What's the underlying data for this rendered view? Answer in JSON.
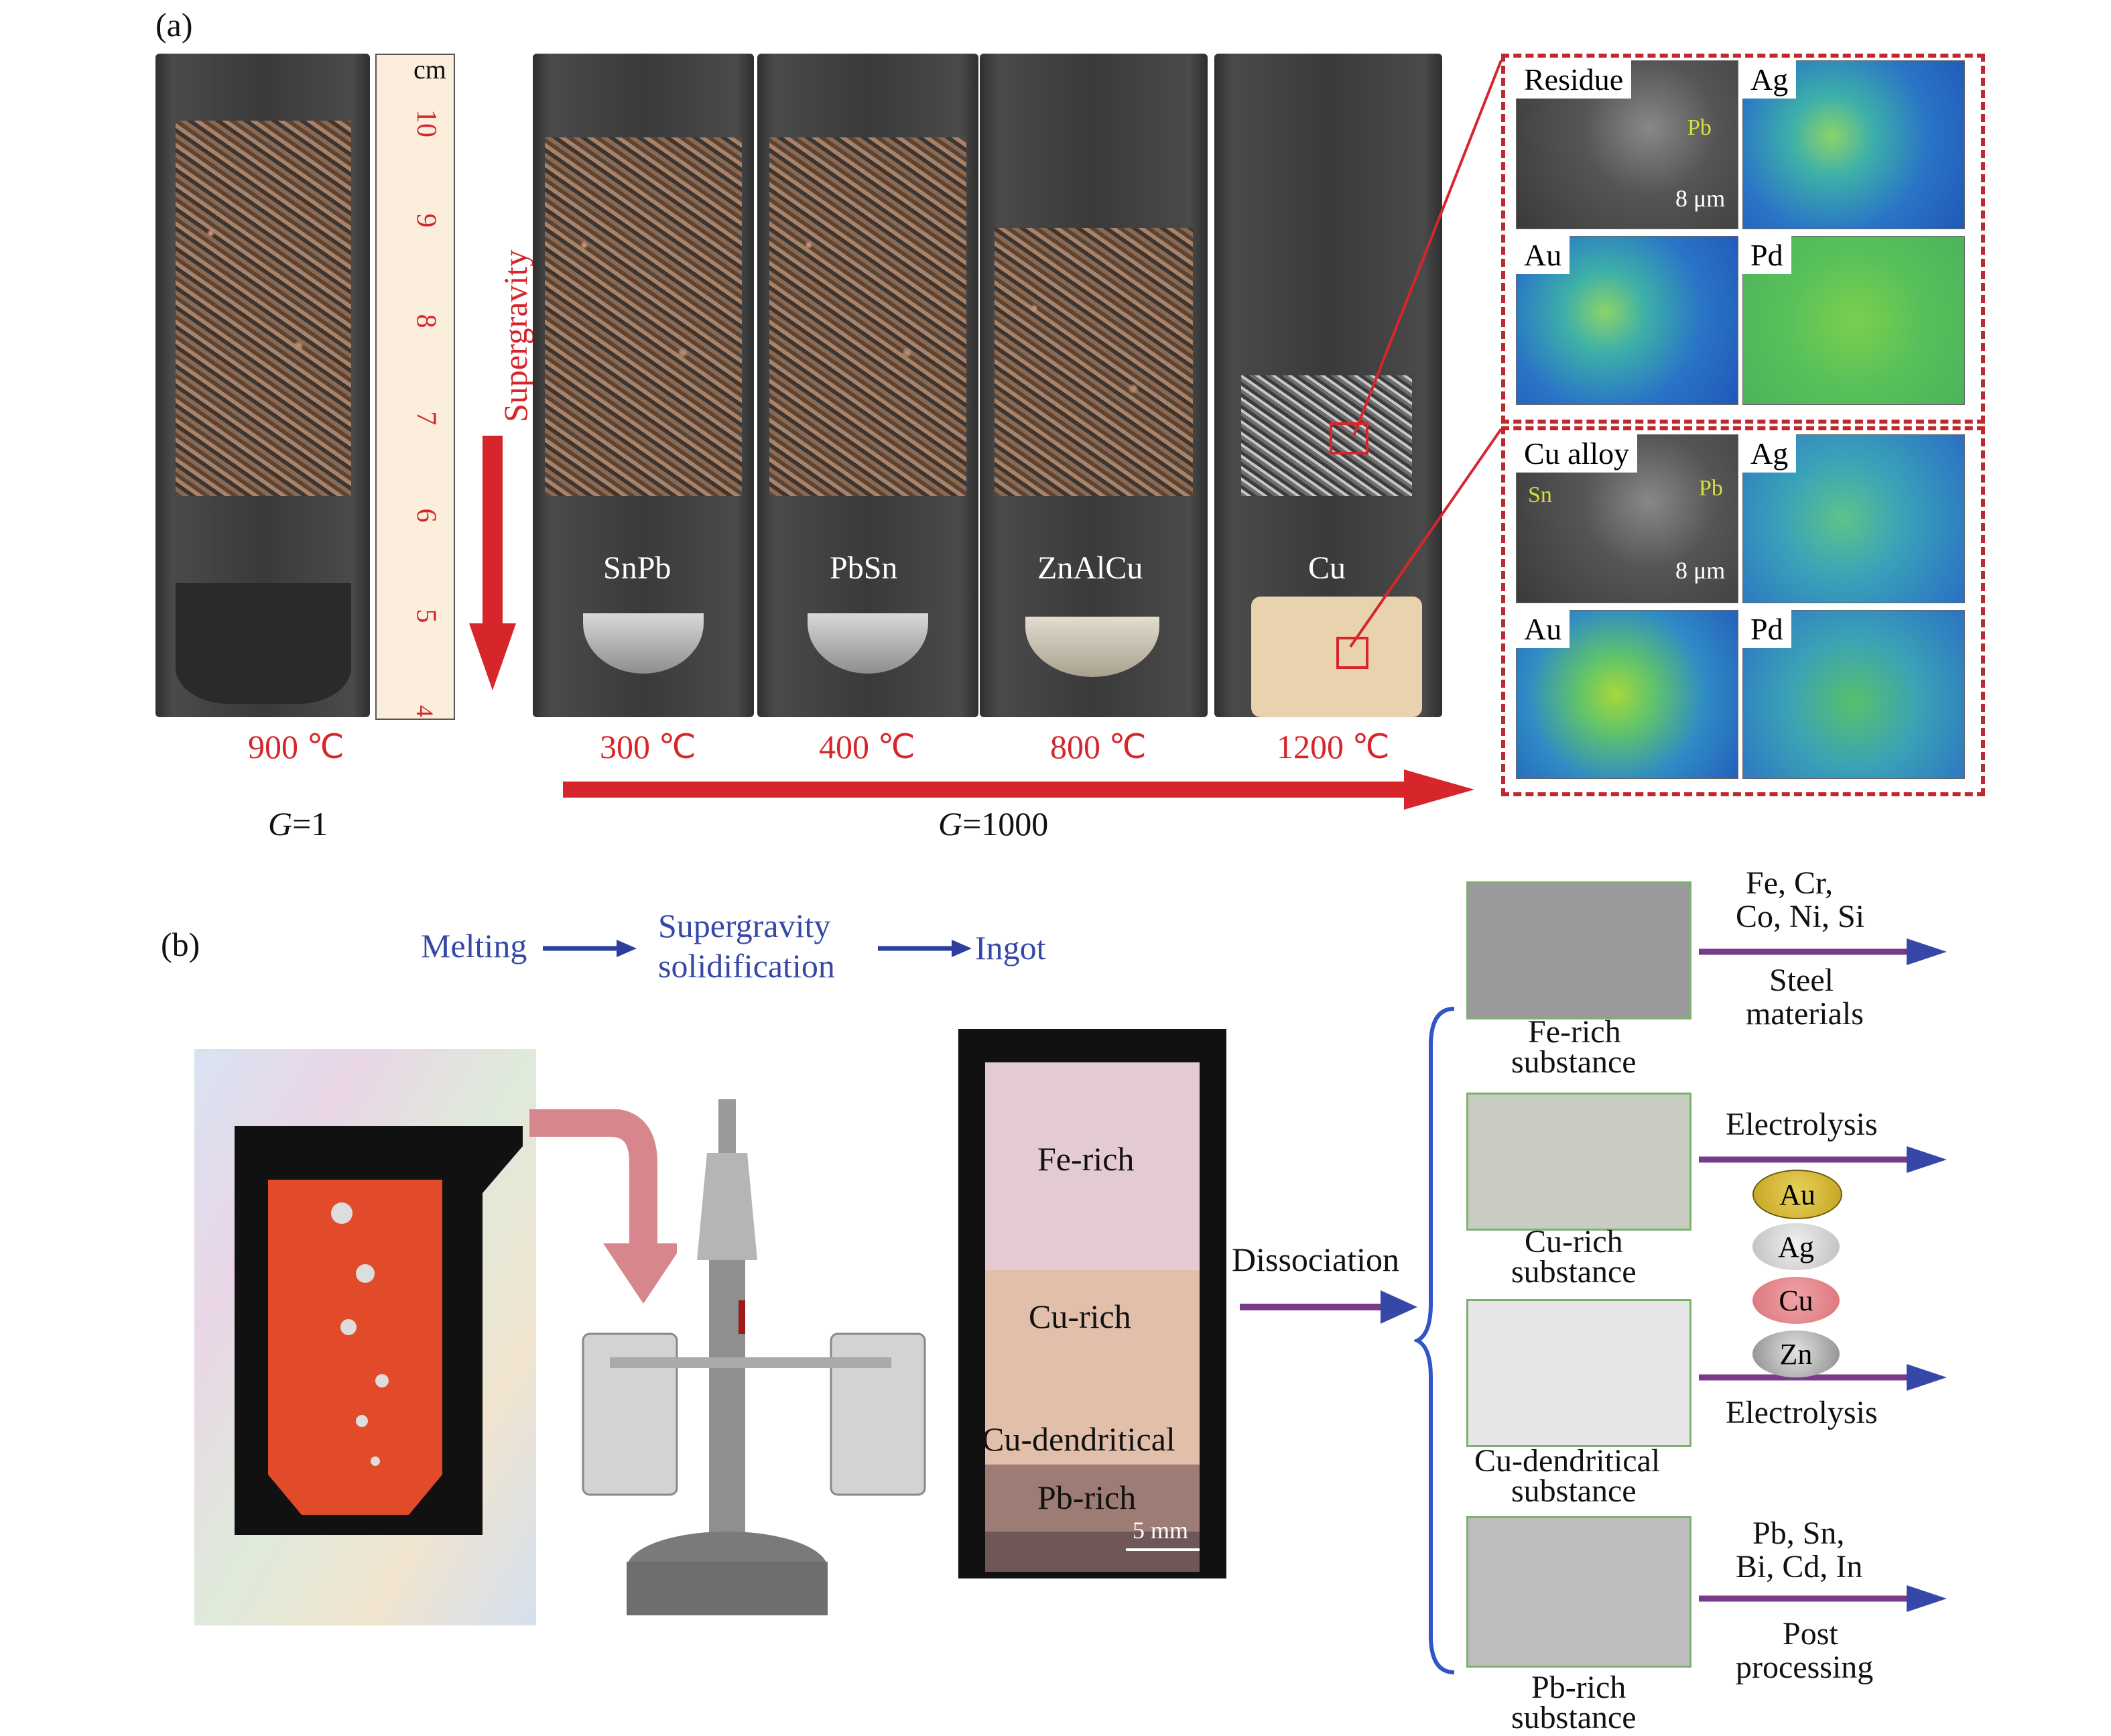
{
  "panel_a": {
    "label": "(a)",
    "ruler_unit": "cm",
    "ruler_ticks": [
      "10",
      "9",
      "8",
      "7",
      "6",
      "5",
      "4"
    ],
    "supergravity": "Supergravity",
    "samples": [
      {
        "alloy": "",
        "temp": "900 ℃"
      },
      {
        "alloy": "SnPb",
        "temp": "300 ℃"
      },
      {
        "alloy": "PbSn",
        "temp": "400 ℃"
      },
      {
        "alloy": "ZnAlCu",
        "temp": "800 ℃"
      },
      {
        "alloy": "Cu",
        "temp": "1200 ℃"
      }
    ],
    "g1": "G=1",
    "g1000": "G=1000",
    "g_italic": "G",
    "g1_rest": "=1",
    "g1000_rest": "=1000",
    "residue_box": {
      "title": "Residue",
      "pb": "Pb",
      "scale": "8 μm",
      "maps": [
        "Ag",
        "Au",
        "Pd"
      ]
    },
    "cu_alloy_box": {
      "title": "Cu alloy",
      "sn": "Sn",
      "pb": "Pb",
      "scale": "8 μm",
      "maps": [
        "Ag",
        "Au",
        "Pd"
      ]
    }
  },
  "panel_b": {
    "label": "(b)",
    "steps": [
      "Melting",
      "Supergravity",
      "solidification",
      "Ingot"
    ],
    "layers": [
      "Fe-rich",
      "Cu-rich",
      "Cu-dendritical",
      "Pb-rich"
    ],
    "ingot_scale": "5 mm",
    "dissociation": "Dissociation",
    "substances": [
      {
        "name_1": "Fe-rich",
        "name_2": "substance"
      },
      {
        "name_1": "Cu-rich",
        "name_2": "substance"
      },
      {
        "name_1": "Cu-dendritical",
        "name_2": "substance"
      },
      {
        "name_1": "Pb-rich",
        "name_2": "substance"
      }
    ],
    "outputs": {
      "fe_elements_1": "Fe, Cr,",
      "fe_elements_2": "Co, Ni, Si",
      "fe_product_1": "Steel",
      "fe_product_2": "materials",
      "electrolysis_1": "Electrolysis",
      "metals": [
        "Au",
        "Ag",
        "Cu",
        "Zn"
      ],
      "electrolysis_2": "Electrolysis",
      "pb_elements_1": "Pb, Sn,",
      "pb_elements_2": "Bi, Cd, In",
      "pb_product_1": "Post",
      "pb_product_2": "processing"
    }
  },
  "colors": {
    "red": "#d7262b",
    "blue": "#3548a8",
    "purple_arrow": "#7a3a8a"
  }
}
